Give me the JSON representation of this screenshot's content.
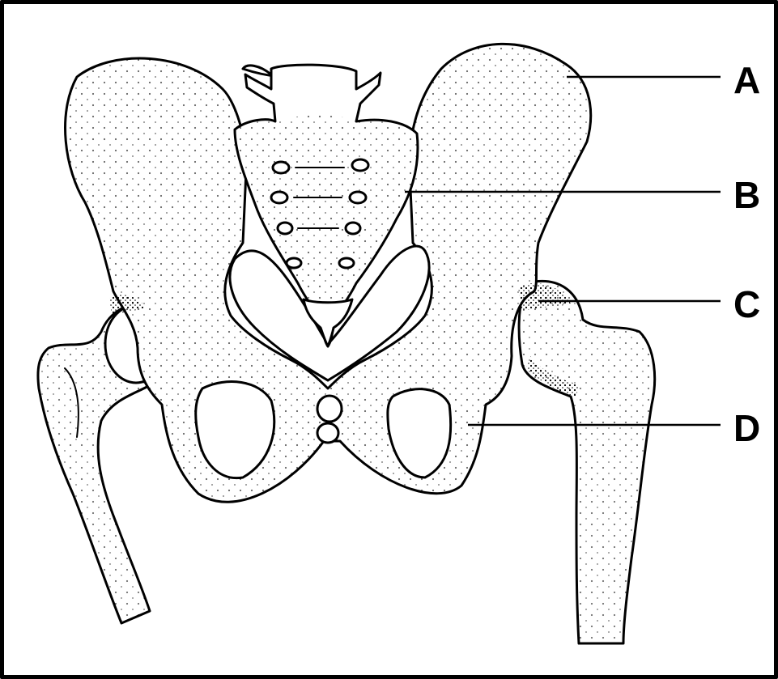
{
  "diagram": {
    "labels": [
      {
        "id": "A",
        "text": "A"
      },
      {
        "id": "B",
        "text": "B"
      },
      {
        "id": "C",
        "text": "C"
      },
      {
        "id": "D",
        "text": "D"
      }
    ]
  }
}
